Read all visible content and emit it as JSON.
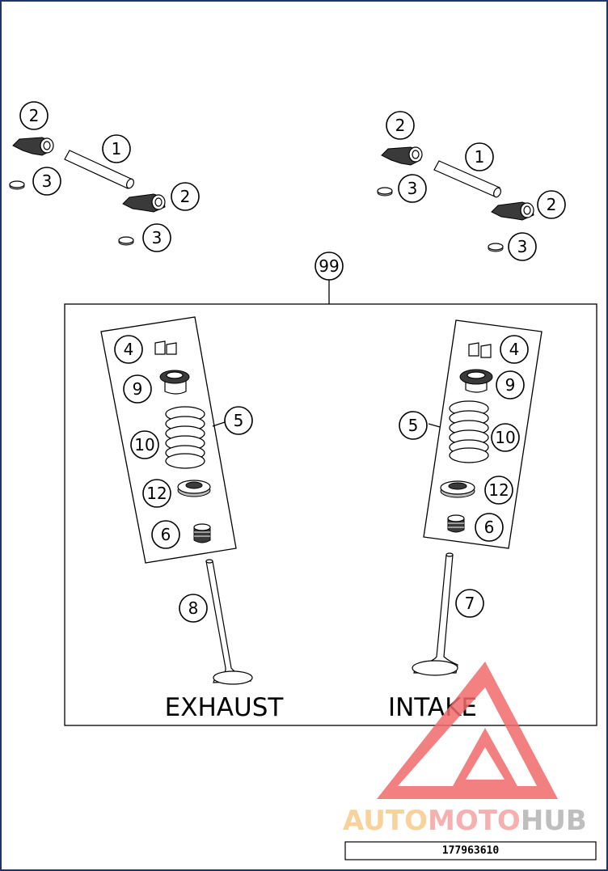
{
  "callouts": {
    "rocker_shaft": "1",
    "rocker_arm": "2",
    "rocker_washer": "3",
    "valve_keeper": "4",
    "valve_spring_kit": "5",
    "valve_stem_seal": "6",
    "intake_valve": "7",
    "exhaust_valve": "8",
    "spring_retainer": "9",
    "valve_spring": "10",
    "spring_seat": "12",
    "valve_kit": "99"
  },
  "labels": {
    "exhaust": "EXHAUST",
    "intake": "INTAKE"
  },
  "document_number": "177963610",
  "watermark": {
    "part1": "AUTO",
    "part2": "MOTO",
    "part3": "HUB",
    "colors": {
      "auto": "#f7c98a",
      "moto": "#f5a3a3",
      "hub": "#b3b3b3",
      "triangle": "#f26b6b"
    }
  },
  "colors": {
    "border": "#1f3566"
  }
}
